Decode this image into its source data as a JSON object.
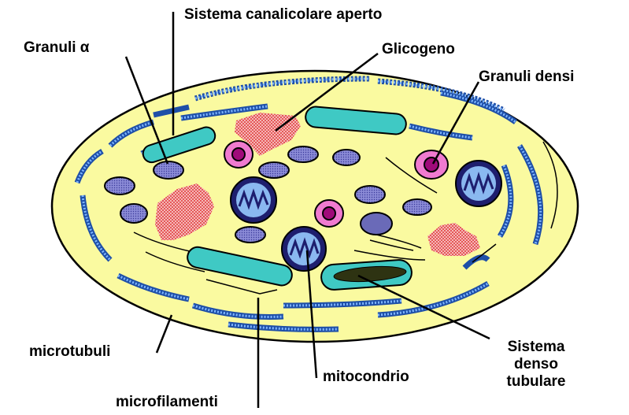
{
  "labels": {
    "sistema_canalicolare": "Sistema canalicolare aperto",
    "granuli_alpha": "Granuli α",
    "glicogeno": "Glicogeno",
    "granuli_densi": "Granuli densi",
    "microtubuli": "microtubuli",
    "microfilamenti": "microfilamenti",
    "mitocondrio": "mitocondrio",
    "sistema_denso_tubulare": [
      "Sistema",
      "denso",
      "tubulare"
    ]
  },
  "colors": {
    "cytoplasm": "#fafaa0",
    "microtubule": "#2f6fd6",
    "canal": "#3fc9c4",
    "granule_alpha": "#8a8ad6",
    "glycogen": "#f08a8a",
    "dense_granule_outer": "#f07ad0",
    "dense_granule_inner": "#a00a7a",
    "mitochondrion_outer": "#1e1e6e",
    "mitochondrion_inner": "#8ab8f0",
    "dense_tubular_core": "#2e3312"
  }
}
